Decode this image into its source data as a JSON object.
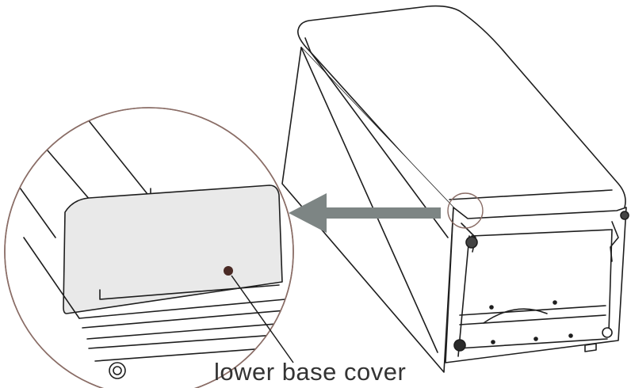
{
  "figure": {
    "callout_label": "lower base cover",
    "colors": {
      "line": "#1e1e1e",
      "cover_fill": "#e9e9e9",
      "arrow": "#7d8584",
      "dot": "#4a2a25",
      "magnify_circle": "#8a6d66"
    },
    "parts": [
      "appliance-cabinet",
      "magnifier-circle",
      "lower-base-cover",
      "direction-arrow",
      "callout-dot"
    ]
  }
}
